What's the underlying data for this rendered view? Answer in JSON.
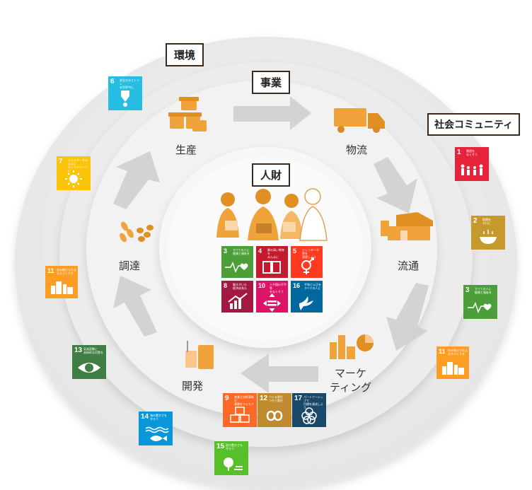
{
  "colors": {
    "accent_orange": "#f0a33a",
    "ring_outer": "#e8e8e8",
    "ring_inner": "#efefef",
    "arrow_gray": "#cfcfcf"
  },
  "labels": {
    "environment": "環境",
    "business": "事業",
    "community": "社会コミュニティ",
    "people": "人財"
  },
  "stages": {
    "production": "生産",
    "logistics": "物流",
    "distribution": "流通",
    "marketing_line1": "マーケ",
    "marketing_line2": "ティング",
    "development": "開発",
    "procurement": "調達"
  },
  "sdgs": {
    "g1": {
      "num": "1",
      "text": "貧困を\nなくそう",
      "color": "#e5243b",
      "icon": "family-icon"
    },
    "g2": {
      "num": "2",
      "text": "飢餓を\nゼロに",
      "color": "#c5992e",
      "icon": "bowl-icon"
    },
    "g3": {
      "num": "3",
      "text": "すべての人に\n健康と福祉を",
      "color": "#4c9f38",
      "icon": "heartbeat-icon"
    },
    "g4": {
      "num": "4",
      "text": "質の高い教育を\nみんなに",
      "color": "#c5192d",
      "icon": "book-icon"
    },
    "g5": {
      "num": "5",
      "text": "ジェンダー平等を\n実現しよう",
      "color": "#ff3a21",
      "icon": "gender-icon"
    },
    "g6": {
      "num": "6",
      "text": "安全な水とトイレ\nを世界中に",
      "color": "#26bde2",
      "icon": "water-drop-icon"
    },
    "g7": {
      "num": "7",
      "text": "エネルギーをみんなに\nそしてクリーンに",
      "color": "#fcc30b",
      "icon": "sun-icon"
    },
    "g8": {
      "num": "8",
      "text": "働きがいも\n経済成長も",
      "color": "#a21942",
      "icon": "growth-chart-icon"
    },
    "g9": {
      "num": "9",
      "text": "産業と技術革新の\n基盤をつくろう",
      "color": "#fd6925",
      "icon": "cubes-icon"
    },
    "g10": {
      "num": "10",
      "text": "人や国の不平等\nをなくそう",
      "color": "#dd1367",
      "icon": "equality-icon"
    },
    "g11": {
      "num": "11",
      "text": "住み続けられる\nまちづくりを",
      "color": "#fd9d24",
      "icon": "city-icon"
    },
    "g12": {
      "num": "12",
      "text": "つくる責任\nつかう責任",
      "color": "#bf8b2e",
      "icon": "infinity-icon"
    },
    "g13": {
      "num": "13",
      "text": "気候変動に\n具体的な対策を",
      "color": "#3f7e44",
      "icon": "eye-globe-icon"
    },
    "g14": {
      "num": "14",
      "text": "海の豊かさを\n守ろう",
      "color": "#0a97d9",
      "icon": "fish-icon"
    },
    "g15": {
      "num": "15",
      "text": "陸の豊かさも\n守ろう",
      "color": "#56c02b",
      "icon": "tree-icon"
    },
    "g16": {
      "num": "16",
      "text": "平和と公正を\nすべての人に",
      "color": "#00689d",
      "icon": "dove-icon"
    },
    "g17": {
      "num": "17",
      "text": "パートナーシップで\n目標を達成しよう",
      "color": "#19486a",
      "icon": "rings-icon"
    }
  }
}
